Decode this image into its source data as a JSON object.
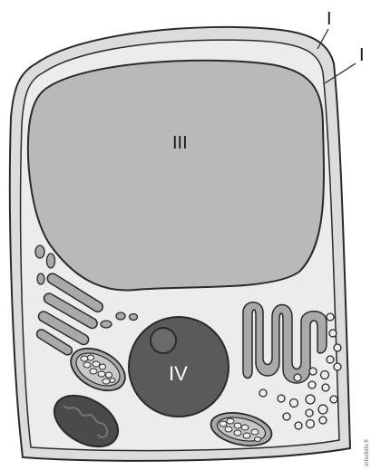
{
  "labels": {
    "cell_wall": "I",
    "membrane": "I",
    "vacuole": "III",
    "nucleus": "IV"
  },
  "credit": "interbits®",
  "colors": {
    "outline": "#2a2a2a",
    "wall_fill": "#dcdcdc",
    "cytoplasm": "#ececec",
    "vacuole": "#b9b9b9",
    "nucleus": "#5a5a5a",
    "organelle": "#a9a9a9",
    "dark_organelle": "#4a4a4a"
  }
}
